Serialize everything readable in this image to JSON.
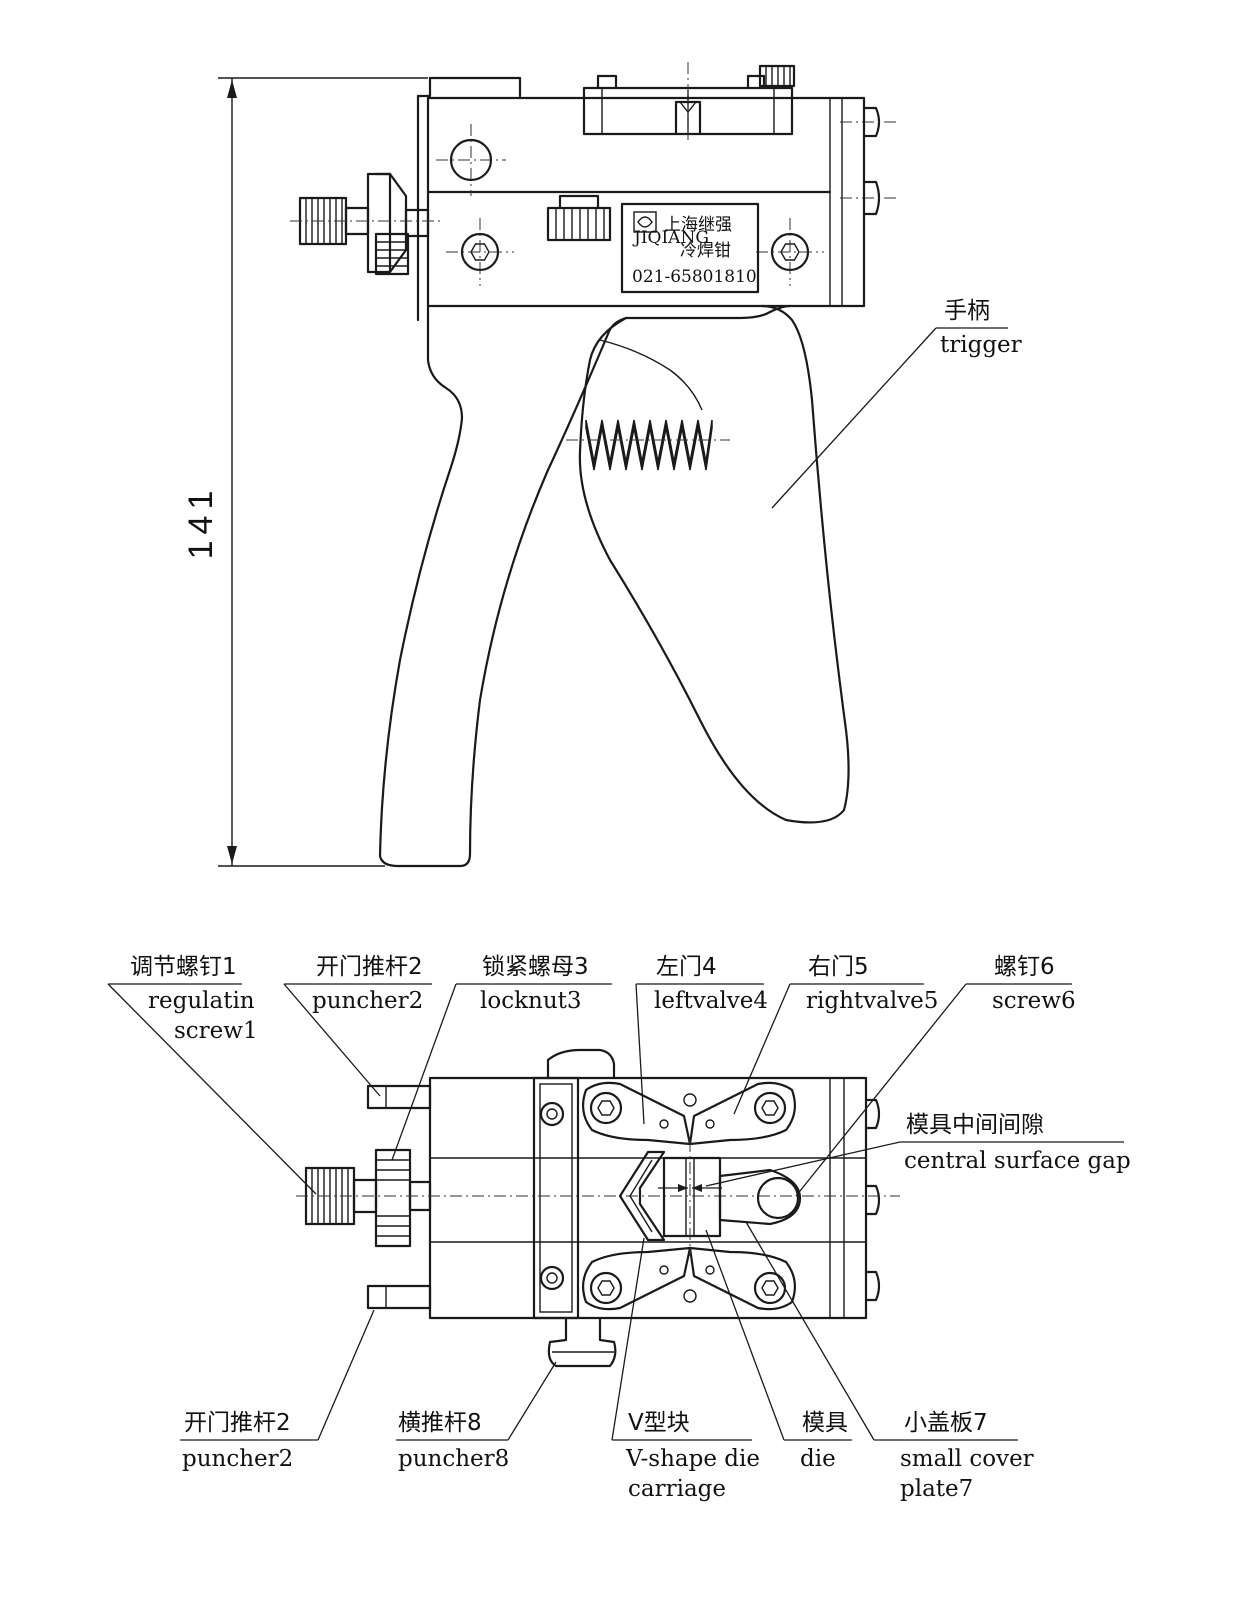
{
  "dimension": {
    "height_value": "141"
  },
  "nameplate": {
    "logo_text": "JIQIANG",
    "company": "上海继强",
    "product": "冷焊钳",
    "phone": "021-65801810"
  },
  "side_view_labels": {
    "trigger": {
      "zh": "手柄",
      "en": "trigger"
    }
  },
  "top_view_labels": {
    "regulating_screw": {
      "zh": "调节螺钉1",
      "en_line1": "regulatin",
      "en_line2": "screw1"
    },
    "puncher2_top": {
      "zh": "开门推杆2",
      "en": "puncher2"
    },
    "locknut": {
      "zh": "锁紧螺母3",
      "en": "locknut3"
    },
    "leftvalve": {
      "zh": "左门4",
      "en": "leftvalve4"
    },
    "rightvalve": {
      "zh": "右门5",
      "en": "rightvalve5"
    },
    "screw6": {
      "zh": "螺钉6",
      "en": "screw6"
    },
    "central_gap": {
      "zh": "模具中间间隙",
      "en": "central surface gap"
    },
    "puncher2_bottom": {
      "zh": "开门推杆2",
      "en": "puncher2"
    },
    "puncher8": {
      "zh": "横推杆8",
      "en": "puncher8"
    },
    "v_shape": {
      "zh": "V型块",
      "en_line1": "V-shape die",
      "en_line2": "carriage"
    },
    "die": {
      "zh": "模具",
      "en": "die"
    },
    "small_cover": {
      "zh": "小盖板7",
      "en_line1": "small cover",
      "en_line2": "plate7"
    }
  },
  "colors": {
    "ink": "#1a1a1a",
    "paper": "#ffffff"
  }
}
